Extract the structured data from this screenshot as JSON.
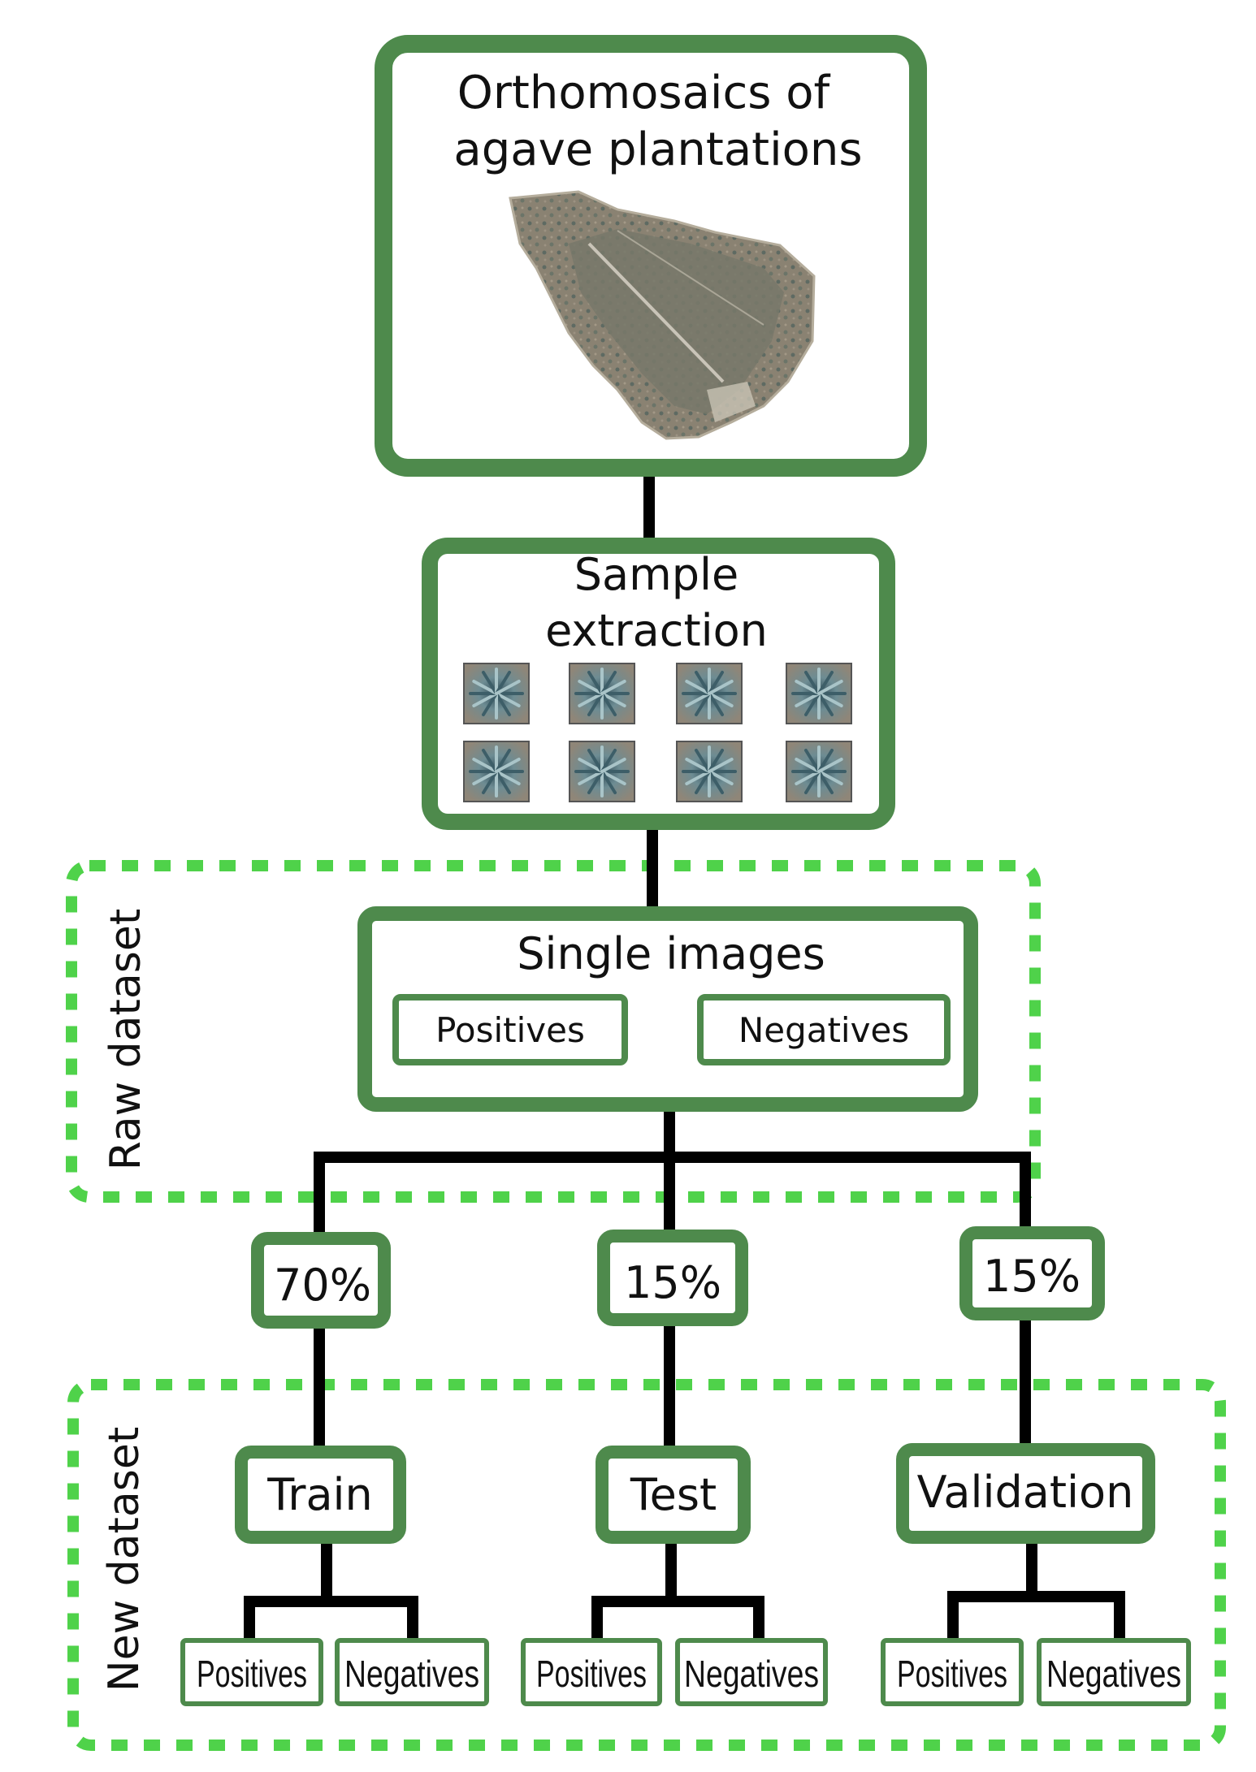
{
  "colors": {
    "box_border": "#4e8a4c",
    "dashed_region": "#4fd24a",
    "connector": "#000000",
    "background": "#ffffff"
  },
  "boxes": {
    "orthomosaic": {
      "line1": "Orthomosaics of",
      "line2": "agave plantations",
      "image": "orthomosaic-aerial-photo"
    },
    "sample_extraction": {
      "line1": "Sample",
      "line2": "extraction",
      "image": "agave-sample-thumbnails",
      "thumbnail_count": 8
    },
    "single_images": {
      "title": "Single images",
      "positives": "Positives",
      "negatives": "Negatives"
    }
  },
  "regions": {
    "raw_dataset": "Raw dataset",
    "new_dataset": "New dataset"
  },
  "splits": [
    {
      "percent": "70%",
      "name": "Train",
      "positives": "Positives",
      "negatives": "Negatives"
    },
    {
      "percent": "15%",
      "name": "Test",
      "positives": "Positives",
      "negatives": "Negatives"
    },
    {
      "percent": "15%",
      "name": "Validation",
      "positives": "Positives",
      "negatives": "Negatives"
    }
  ]
}
